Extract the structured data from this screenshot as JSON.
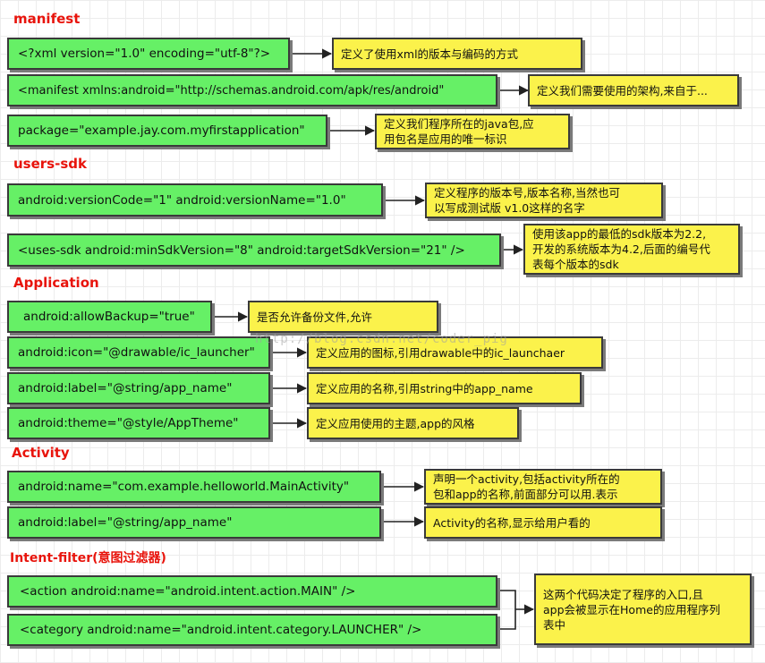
{
  "sections": {
    "manifest": "manifest",
    "users_sdk": "users-sdk",
    "application": "Application",
    "activity": "Activity",
    "intent_filter": "Intent-filter(意图过滤器)"
  },
  "code": {
    "xml_decl": "<?xml version=\"1.0\" encoding=\"utf-8\"?>",
    "manifest_ns": "<manifest xmlns:android=\"http://schemas.android.com/apk/res/android\"",
    "package": "package=\"example.jay.com.myfirstapplication\"",
    "version": "android:versionCode=\"1\"     android:versionName=\"1.0\"",
    "uses_sdk": "<uses-sdk  android:minSdkVersion=\"8\"  android:targetSdkVersion=\"21\" />",
    "allow_backup": "android:allowBackup=\"true\"",
    "icon": "android:icon=\"@drawable/ic_launcher\"",
    "app_label": "android:label=\"@string/app_name\"",
    "theme": "android:theme=\"@style/AppTheme\"",
    "activity_name": "android:name=\"com.example.helloworld.MainActivity\"",
    "activity_label": "android:label=\"@string/app_name\"",
    "action_main": "<action android:name=\"android.intent.action.MAIN\" />",
    "category_launcher": "<category android:name=\"android.intent.category.LAUNCHER\" />"
  },
  "notes": {
    "xml_decl": [
      "定义了使用xml的版本与编码的方式"
    ],
    "manifest_ns": [
      "定义我们需要使用的架构,来自于..."
    ],
    "package": [
      "定义我们程序所在的java包,应",
      "用包名是应用的唯一标识"
    ],
    "version": [
      "定义程序的版本号,版本名称,当然也可",
      "以写成测试版 v1.0这样的名字"
    ],
    "uses_sdk": [
      "使用该app的最低的sdk版本为2.2,",
      "开发的系统版本为4.2,后面的编号代",
      "表每个版本的sdk"
    ],
    "allow_backup": [
      "是否允许备份文件,允许"
    ],
    "icon": [
      "定义应用的图标,引用drawable中的ic_launchaer"
    ],
    "app_label": [
      "定义应用的名称,引用string中的app_name"
    ],
    "theme": [
      "定义应用使用的主题,app的风格"
    ],
    "activity_name": [
      "声明一个activity,包括activity所在的",
      "包和app的名称,前面部分可以用.表示"
    ],
    "activity_label": [
      "Activity的名称,显示给用户看的"
    ],
    "intent": [
      "这两个代码决定了程序的入口,且",
      "app会被显示在Home的应用程序列",
      "表中"
    ]
  },
  "watermark": "http://blog.csdn.net/coder_pig",
  "colors": {
    "code_box": "#66f066",
    "note_box": "#fbf24b",
    "section_title": "#e8140c",
    "arrow": "#222222"
  }
}
